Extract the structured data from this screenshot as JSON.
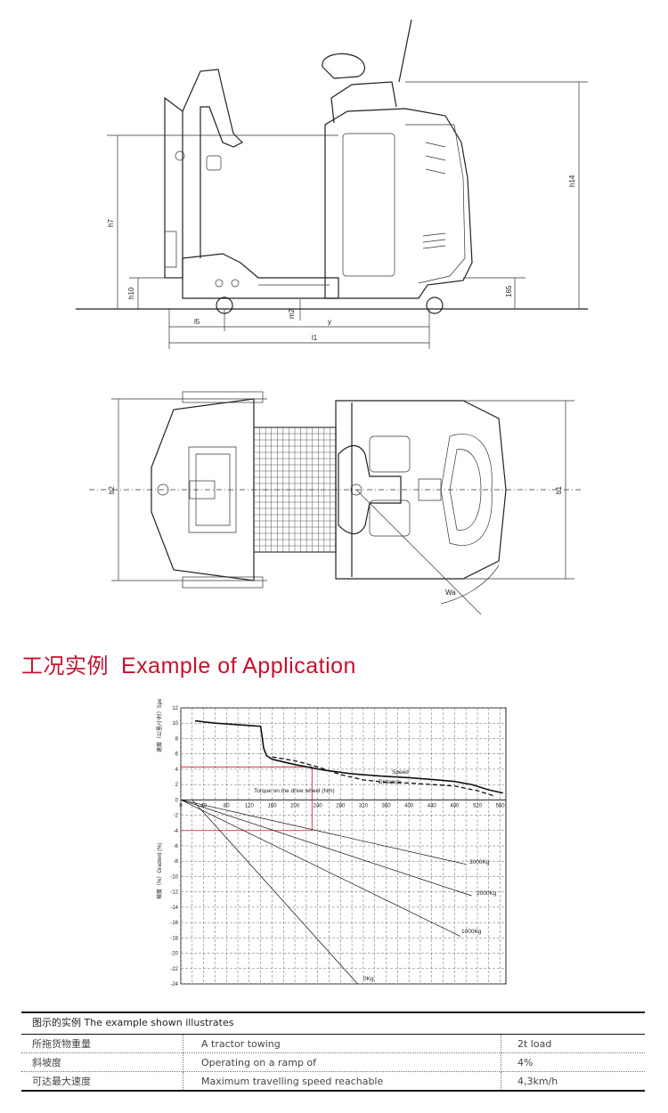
{
  "side_view": {
    "dims": {
      "h14": "h14",
      "h7": "h7",
      "h10": "h10",
      "h65": "165",
      "l5": "l5",
      "m2": "m2",
      "y": "y",
      "l1": "l1"
    }
  },
  "top_view": {
    "dims": {
      "b2": "b2",
      "b1": "b1",
      "wa": "Wa"
    }
  },
  "heading": {
    "cn": "工况实例",
    "en": "Example of Application"
  },
  "chart_data": {
    "type": "line",
    "title": "",
    "x_label": "Torque on the drive wheel (Nm)",
    "x_ticks": [
      "0",
      "40",
      "80",
      "120",
      "160",
      "200",
      "240",
      "280",
      "320",
      "360",
      "400",
      "440",
      "480",
      "520",
      "560"
    ],
    "xlim": [
      0,
      570
    ],
    "y_ticks_upper": [
      "12",
      "10",
      "8",
      "6",
      "4",
      "2",
      "0"
    ],
    "y_ticks_lower": [
      "-2",
      "-4",
      "-6",
      "-8",
      "-10",
      "-12",
      "-14",
      "-16",
      "-18",
      "-20",
      "-22",
      "-24"
    ],
    "ylim": [
      -24,
      12
    ],
    "ylabel_upper": "速度（公里/小时）Speed (km/h)",
    "ylabel_lower": "坡度（%）Gradient (%)",
    "series": [
      {
        "name": "Speed",
        "style": "solid",
        "x": [
          25,
          60,
          100,
          120,
          140,
          143,
          145,
          150,
          160,
          200,
          250,
          300,
          350,
          400,
          450,
          480,
          510,
          540,
          565
        ],
        "y": [
          10.3,
          10.0,
          9.8,
          9.7,
          9.6,
          8.0,
          6.8,
          5.8,
          5.3,
          4.6,
          3.9,
          3.4,
          3.1,
          2.9,
          2.6,
          2.4,
          2.0,
          1.3,
          0.9
        ]
      },
      {
        "name": "Distance",
        "style": "dashed",
        "x": [
          160,
          200,
          240,
          280,
          320,
          360,
          400,
          440,
          480,
          520,
          550
        ],
        "y": [
          5.6,
          5.1,
          4.3,
          3.3,
          2.6,
          2.3,
          2.2,
          2.0,
          1.8,
          1.2,
          0.5
        ]
      },
      {
        "name": "3000Kg",
        "style": "thin",
        "x": [
          0,
          500
        ],
        "y": [
          0,
          -8.4
        ]
      },
      {
        "name": "2000Kg",
        "style": "thin",
        "x": [
          0,
          510
        ],
        "y": [
          0,
          -12.5
        ]
      },
      {
        "name": "1000Kg",
        "style": "thin",
        "x": [
          0,
          490
        ],
        "y": [
          0,
          -17.8
        ]
      },
      {
        "name": "0Kg",
        "style": "thin",
        "x": [
          20,
          310
        ],
        "y": [
          0,
          -24
        ]
      }
    ],
    "annotations": {
      "speed_label": "Speed",
      "distance_label": "Distance",
      "l3000": "3000Kg",
      "l2000": "2000Kg",
      "l1000": "1000Kg",
      "l0": "0Kg"
    },
    "guides": {
      "speed_ref": 4.3,
      "gradient_ref": -4,
      "torque_ref": 230,
      "color": "#c8102e"
    },
    "grid": true
  },
  "table": {
    "title": "图示的实例  The example shown illustrates",
    "rows": [
      {
        "cn": "所拖货物重量",
        "en": "A tractor towing",
        "value": "2t load"
      },
      {
        "cn": "斜坡度",
        "en": "Operating on a ramp of",
        "value": "4%"
      },
      {
        "cn": "可达最大速度",
        "en": "Maximum travelling speed reachable",
        "value": "4,3km/h"
      }
    ]
  }
}
